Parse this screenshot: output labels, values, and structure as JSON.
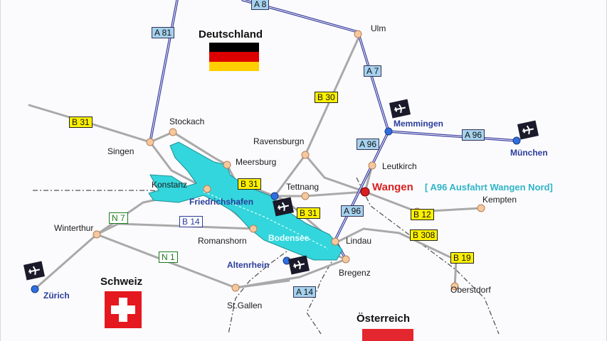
{
  "countries": {
    "germany": "Deutschland",
    "switzerland": "Schweiz",
    "austria": "Österreich"
  },
  "destination": {
    "name": "Wangen",
    "exit_note": "[ A96 Ausfahrt Wangen Nord]"
  },
  "lake": "Bodensee",
  "cities": {
    "ulm": "Ulm",
    "stockach": "Stockach",
    "singen": "Singen",
    "meersburg": "Meersburg",
    "ravensburg": "Ravensburgn",
    "leutkirch": "Leutkirch",
    "konstanz": "Konstanz",
    "tettnang": "Tettnang",
    "kempten": "Kempten",
    "winterthur": "Winterthur",
    "romanshorn": "Romanshorn",
    "lindau": "Lindau",
    "bregenz": "Bregenz",
    "oberstdorf": "Oberstdorf",
    "stgallen": "St.Gallen"
  },
  "airports": {
    "memmingen": "Memmingen",
    "muenchen": "München",
    "friedrichshafen": "Friedrichshafen",
    "altenrhein": "Altenrhein",
    "zuerich": "Zürich"
  },
  "roads": {
    "a8": "A 8",
    "a81": "A 81",
    "a7": "A 7",
    "a96_memmingen": "A 96",
    "a96_leutkirch": "A 96",
    "a96_lindau": "A 96",
    "a14": "A 14",
    "b31_west": "B 31",
    "b31_meersburg": "B 31",
    "b31_tettnang": "B 31",
    "b30": "B 30",
    "b12": "B 12",
    "b308": "B 308",
    "b19": "B 19",
    "b14": "B 14",
    "n7": "N 7",
    "n1": "N 1"
  },
  "colors": {
    "autobahn": "#3a3fa0",
    "road": "#a9a9a9",
    "lake": "#33d6dc",
    "city_dot": "#f5c9a0",
    "airport_dot": "#2f6fe0",
    "destination": "#d62020",
    "exit_note": "#2fb4c8",
    "border": "#555555"
  },
  "icons": [
    "airplane-icon",
    "germany-flag-icon",
    "swiss-flag-icon",
    "austria-flag-icon"
  ]
}
